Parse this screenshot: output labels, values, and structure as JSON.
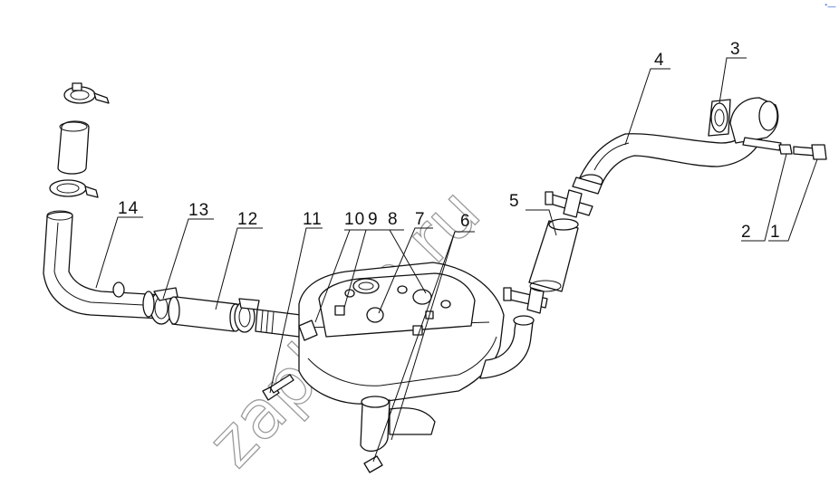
{
  "diagram": {
    "callouts": [
      "1",
      "2",
      "3",
      "4",
      "5",
      "6",
      "7",
      "8",
      "9",
      "10",
      "11",
      "12",
      "13",
      "14"
    ]
  },
  "watermark": "zapkam.ru",
  "corner_mark": "ᐩ—"
}
